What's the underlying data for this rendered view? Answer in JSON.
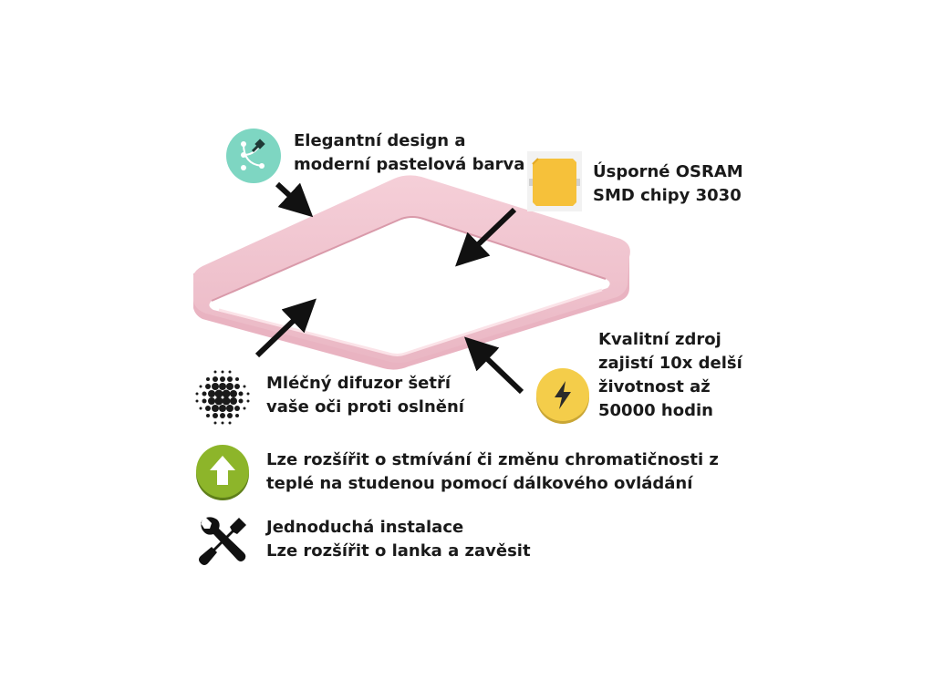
{
  "features": {
    "design": {
      "line1": "Elegantní design a",
      "line2": "moderní pastelová barva",
      "icon": "design-tools-icon",
      "icon_color": "#7ed6c2"
    },
    "chips": {
      "line1": "Úsporné OSRAM",
      "line2": "SMD chipy 3030",
      "icon": "led-chip-icon",
      "icon_color": "#f6c13a"
    },
    "lifetime": {
      "line1": "Kvalitní zdroj",
      "line2": "zajistí 10x delší",
      "line3": "životnost až",
      "line4": "50000 hodin",
      "icon": "lightning-icon",
      "icon_color": "#f4cd4a"
    },
    "diffuser": {
      "line1": "Mléčný difuzor šetří",
      "line2": "vaše oči proti oslnění",
      "icon": "diffuser-dots-icon"
    },
    "dimming": {
      "line1": "Lze rozšířit o stmívání či změnu chromatičnosti z",
      "line2": "teplé na studenou pomocí dálkového ovládání",
      "icon": "upgrade-arrow-icon",
      "icon_color": "#8db52a"
    },
    "install": {
      "line1": "Jednoduchá instalace",
      "line2": "Lze rozšířit o lanka a zavěsit",
      "icon": "wrench-screwdriver-icon"
    }
  },
  "product": {
    "frame_color": "#f2c6d0",
    "frame_edge_color": "#e0a6b4",
    "diffuser_color": "#ffffff"
  }
}
